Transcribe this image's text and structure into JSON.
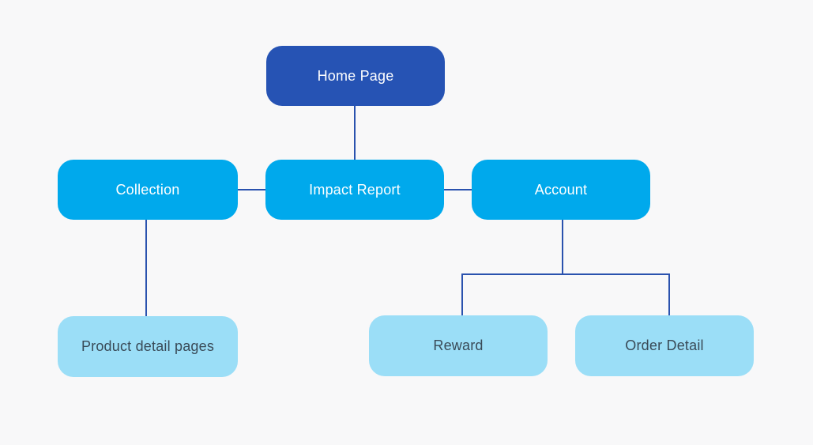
{
  "diagram": {
    "nodes": [
      {
        "id": "home",
        "label": "Home Page",
        "level": "primary"
      },
      {
        "id": "collection",
        "label": "Collection",
        "level": "secondary"
      },
      {
        "id": "impact-report",
        "label": "Impact Report",
        "level": "secondary"
      },
      {
        "id": "account",
        "label": "Account",
        "level": "secondary"
      },
      {
        "id": "product-detail-pages",
        "label": "Product detail pages",
        "level": "tertiary"
      },
      {
        "id": "reward",
        "label": "Reward",
        "level": "tertiary"
      },
      {
        "id": "order-detail",
        "label": "Order Detail",
        "level": "tertiary"
      }
    ],
    "edges": [
      {
        "from": "home",
        "to": "impact-report"
      },
      {
        "from": "collection",
        "to": "impact-report"
      },
      {
        "from": "impact-report",
        "to": "account"
      },
      {
        "from": "collection",
        "to": "product-detail-pages"
      },
      {
        "from": "account",
        "to": "reward"
      },
      {
        "from": "account",
        "to": "order-detail"
      }
    ],
    "colors": {
      "background": "#f8f8f9",
      "primary_node": "#2653b4",
      "secondary_node": "#00a9ec",
      "tertiary_node": "#9bdef7",
      "connector": "#2a52ae",
      "light_text": "#ffffff",
      "dark_text": "#394a57"
    }
  }
}
